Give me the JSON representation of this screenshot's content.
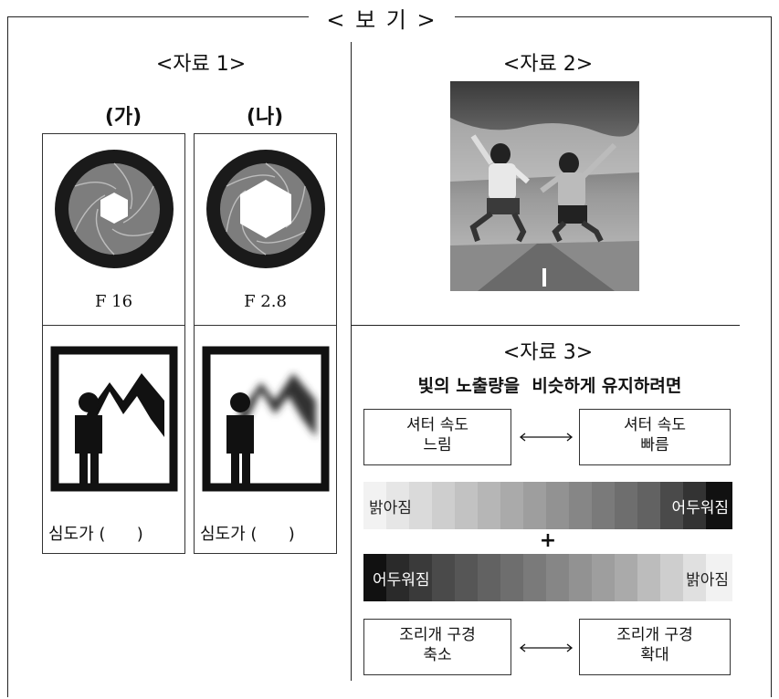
{
  "header": {
    "title": "< 보 기 >"
  },
  "resource1": {
    "title": "<자료 1>",
    "col_a": {
      "label": "(가)",
      "fnumber": "F 16",
      "depth_text": "심도가 (      )"
    },
    "col_b": {
      "label": "(나)",
      "fnumber": "F 2.8",
      "depth_text": "심도가 (      )"
    }
  },
  "resource2": {
    "title": "<자료 2>"
  },
  "resource3": {
    "title": "<자료 3>",
    "subtitle": "빛의 노출량을  비슷하게 유지하려면",
    "shutter_slow": [
      "셔터 속도",
      "느림"
    ],
    "shutter_fast": [
      "셔터 속도",
      "빠름"
    ],
    "bar1_left": "밝아짐",
    "bar1_right": "어두워짐",
    "plus": "+",
    "bar2_left": "어두워짐",
    "bar2_right": "밝아짐",
    "aperture_small": [
      "조리개 구경",
      "축소"
    ],
    "aperture_large": [
      "조리개 구경",
      "확대"
    ]
  },
  "colors": {
    "line": "#222222",
    "ring": "#1a1a1a",
    "blade": "#808080"
  }
}
